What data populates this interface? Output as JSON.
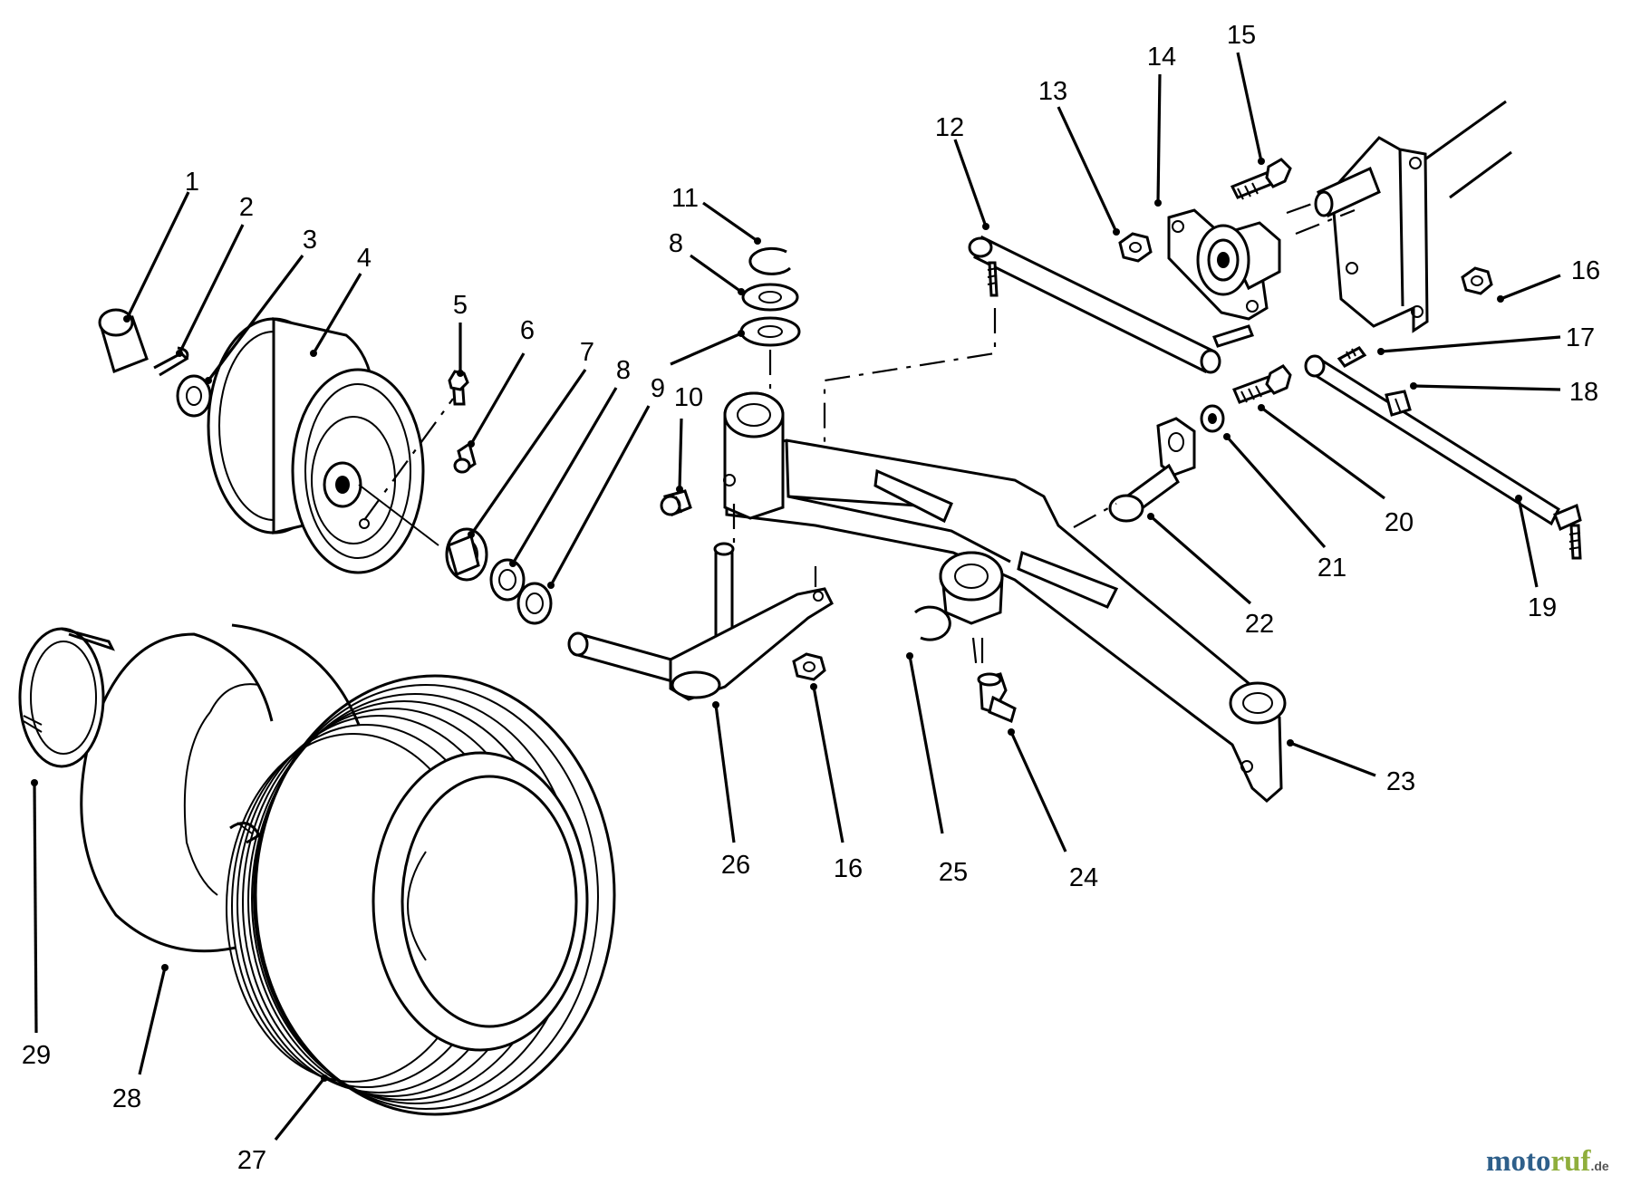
{
  "diagram": {
    "part_labels": {
      "p1": "1",
      "p2": "2",
      "p3": "3",
      "p4": "4",
      "p5": "5",
      "p6": "6",
      "p7": "7",
      "p8a": "8",
      "p8b": "8",
      "p9a": "9",
      "p10": "10",
      "p11": "11",
      "p12": "12",
      "p13": "13",
      "p14": "14",
      "p15": "15",
      "p16a": "16",
      "p16b": "16",
      "p17": "17",
      "p18": "18",
      "p19": "19",
      "p20": "20",
      "p21": "21",
      "p22": "22",
      "p23": "23",
      "p24": "24",
      "p25": "25",
      "p26": "26",
      "p27": "27",
      "p28": "28",
      "p29": "29"
    }
  },
  "watermark": {
    "brand_left": "moto",
    "brand_right": "ruf",
    "tld": ".de",
    "colors": {
      "left": "#2e5f8a",
      "right": "#8fae3c"
    }
  }
}
